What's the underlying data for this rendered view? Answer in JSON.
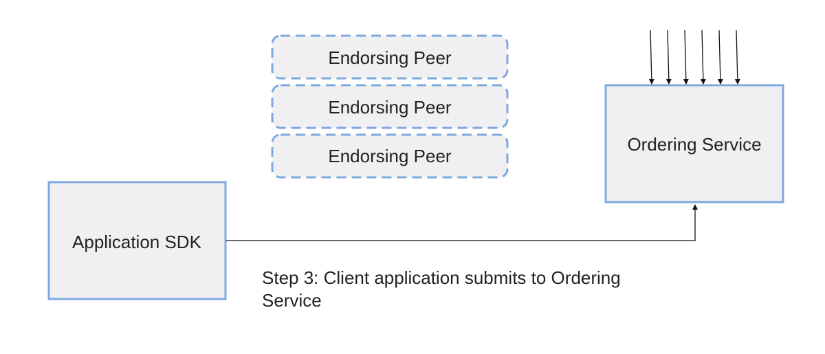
{
  "diagram": {
    "endorsing_peers": [
      {
        "label": "Endorsing Peer"
      },
      {
        "label": "Endorsing Peer"
      },
      {
        "label": "Endorsing Peer"
      }
    ],
    "ordering_service": {
      "label": "Ordering Service"
    },
    "application_sdk": {
      "label": "Application SDK"
    },
    "caption": "Step 3: Client application submits to Ordering Service",
    "incoming_arrow_count": 6,
    "colors": {
      "box_border": "#7fa8df",
      "box_fill": "#f0f0f2",
      "dashed_border": "#7fa8df",
      "arrow": "#111111",
      "text": "#222222"
    }
  }
}
